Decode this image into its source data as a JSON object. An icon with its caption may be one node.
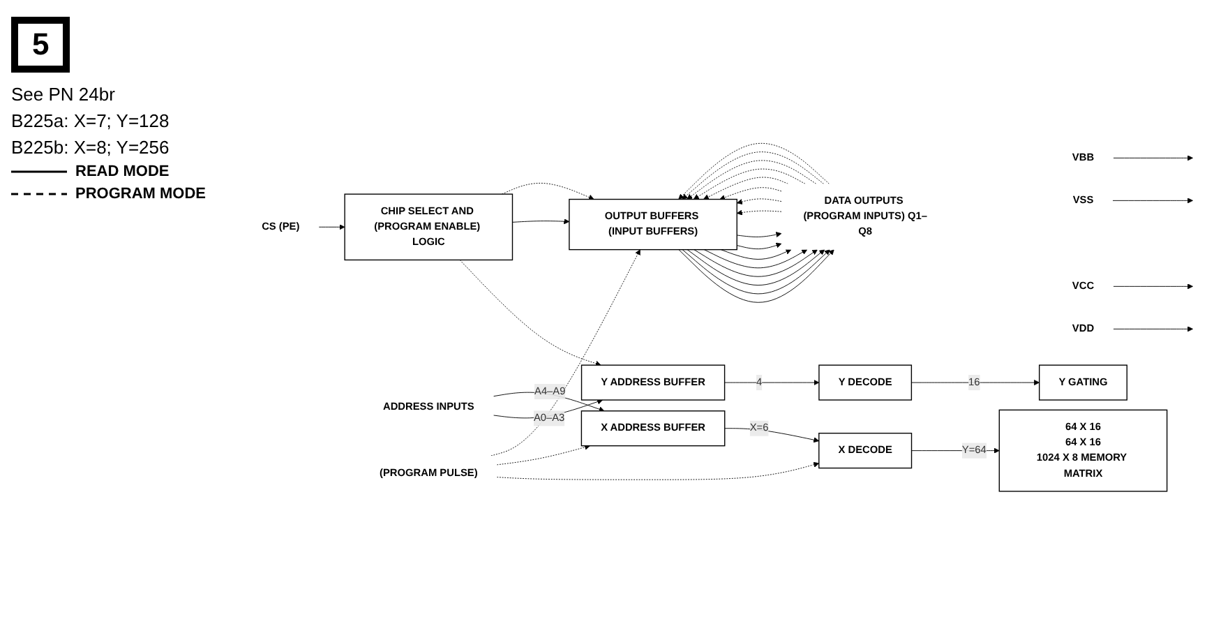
{
  "diagram": {
    "nodes": [
      {
        "text": [
          "CS (PE)"
        ]
      },
      {
        "text": [
          "CHIP SELECT AND (PROGRAM ENABLE) LOGIC"
        ]
      },
      {
        "text": [
          "ADDRESS INPUTS"
        ]
      },
      {
        "text": [
          "Y ADDRESS BUFFER"
        ]
      },
      {
        "text": [
          "X ADDRESS BUFFER"
        ]
      },
      {
        "text": [
          "Y DECODE"
        ]
      },
      {
        "text": [
          "X DECODE"
        ]
      },
      {
        "text": [
          "OUTPUT BUFFERS (INPUT BUFFERS)"
        ]
      },
      {
        "text": [
          "Y GATING"
        ]
      },
      {
        "text": [
          "64 X 16",
          "64 X 16",
          "1024 X 8 MEMORY MATRIX"
        ]
      },
      {
        "text": [
          "DATA OUTPUTS (PROGRAM INPUTS) Q1–Q8"
        ]
      },
      {
        "text": [
          "VDD"
        ]
      },
      {
        "text": [
          "VCC"
        ]
      },
      {
        "text": [
          "VSS"
        ]
      },
      {
        "text": [
          "VBB"
        ]
      },
      {
        "text": [
          "(PROGRAM PULSE)"
        ]
      }
    ],
    "edges": [
      {
        "from": 0,
        "to": 1,
        "arrow": "to"
      },
      {
        "from": 1,
        "to": 3,
        "arrow": "to",
        "style": "dashed"
      },
      {
        "from": 1,
        "to": 7,
        "arrow": "to"
      },
      {
        "from": 1,
        "to": 7,
        "arrow": "to",
        "style": "dashed"
      },
      {
        "from": 2,
        "to": 3,
        "arrow": "to",
        "label": "A0–A3"
      },
      {
        "from": 2,
        "to": 4,
        "arrow": "to",
        "label": "A4–A9"
      },
      {
        "from": 3,
        "to": 5,
        "arrow": "to",
        "label": "4"
      },
      {
        "from": 4,
        "to": 6,
        "arrow": "to",
        "label": "X=6"
      },
      {
        "from": 5,
        "to": 8,
        "arrow": "to",
        "label": "16"
      },
      {
        "from": 6,
        "to": 9,
        "arrow": "to",
        "label": "Y=64"
      },
      {
        "from": 7,
        "to": 10,
        "arrow": "to"
      },
      {
        "from": 10,
        "to": 7,
        "arrow": "to",
        "style": "dashed"
      },
      {
        "from": 7,
        "to": 10,
        "arrow": "to"
      },
      {
        "from": 10,
        "to": 7,
        "arrow": "to",
        "style": "dashed"
      },
      {
        "from": 7,
        "to": 10,
        "arrow": "to"
      },
      {
        "from": 10,
        "to": 7,
        "arrow": "to",
        "style": "dashed"
      },
      {
        "from": 7,
        "to": 10,
        "arrow": "to"
      },
      {
        "from": 10,
        "to": 7,
        "arrow": "to",
        "style": "dashed"
      },
      {
        "from": 7,
        "to": 10,
        "arrow": "to"
      },
      {
        "from": 10,
        "to": 7,
        "arrow": "to",
        "style": "dashed"
      },
      {
        "from": 7,
        "to": 10,
        "arrow": "to"
      },
      {
        "from": 10,
        "to": 7,
        "arrow": "to",
        "style": "dashed"
      },
      {
        "from": 7,
        "to": 10,
        "arrow": "to"
      },
      {
        "from": 10,
        "to": 7,
        "arrow": "to",
        "style": "dashed"
      },
      {
        "from": 7,
        "to": 10,
        "arrow": "to"
      },
      {
        "from": 10,
        "to": 7,
        "arrow": "to",
        "style": "dashed"
      },
      {
        "from": 11,
        "to": null,
        "arrow": "to"
      },
      {
        "from": 12,
        "to": null,
        "arrow": "to"
      },
      {
        "from": 13,
        "to": null,
        "arrow": "to"
      },
      {
        "from": 14,
        "to": null,
        "arrow": "to"
      },
      {
        "from": 15,
        "to": 6,
        "arrow": "to",
        "style": "dashed"
      },
      {
        "from": 15,
        "to": 4,
        "arrow": "to",
        "style": "dashed"
      },
      {
        "from": 15,
        "to": 7,
        "arrow": "to",
        "style": "dashed"
      }
    ],
    "labels": [
      "5",
      "See PN 24br",
      "B225a: X=7; Y=128",
      "B225b: X=8; Y=256"
    ],
    "legend": [
      {
        "text": "READ MODE"
      },
      {
        "text": "PROGRAM MODE"
      }
    ]
  }
}
